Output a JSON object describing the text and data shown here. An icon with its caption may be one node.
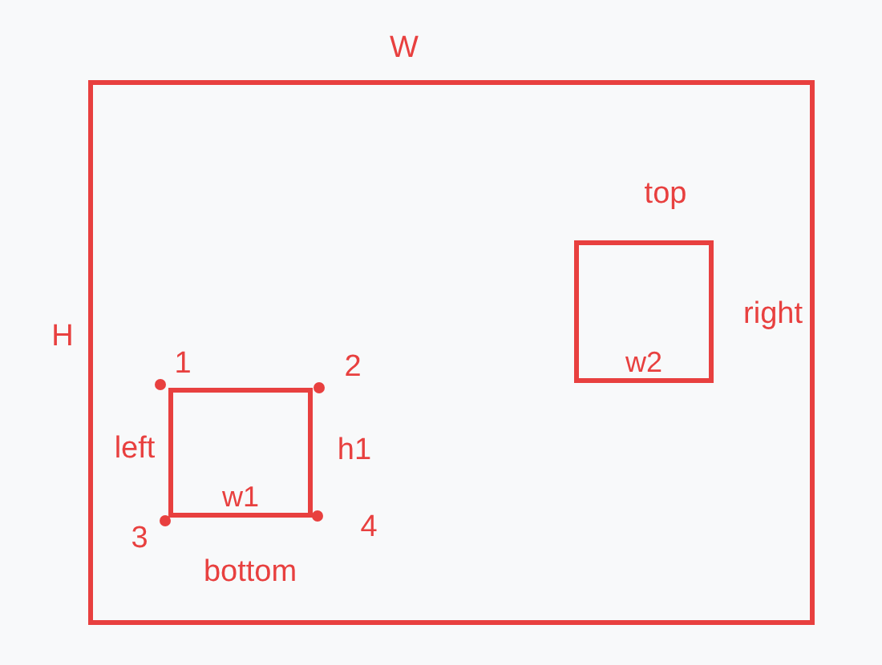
{
  "diagram": {
    "nodes": [
      {
        "text": [],
        "shape": "box"
      },
      {
        "text": [
          "w1"
        ],
        "in": 0
      },
      {
        "text": [
          "w2"
        ],
        "in": 0
      }
    ],
    "labels": [
      "W",
      "top",
      "right",
      "H",
      "1",
      "2",
      "left",
      "h1",
      "3",
      "4",
      "bottom"
    ]
  }
}
